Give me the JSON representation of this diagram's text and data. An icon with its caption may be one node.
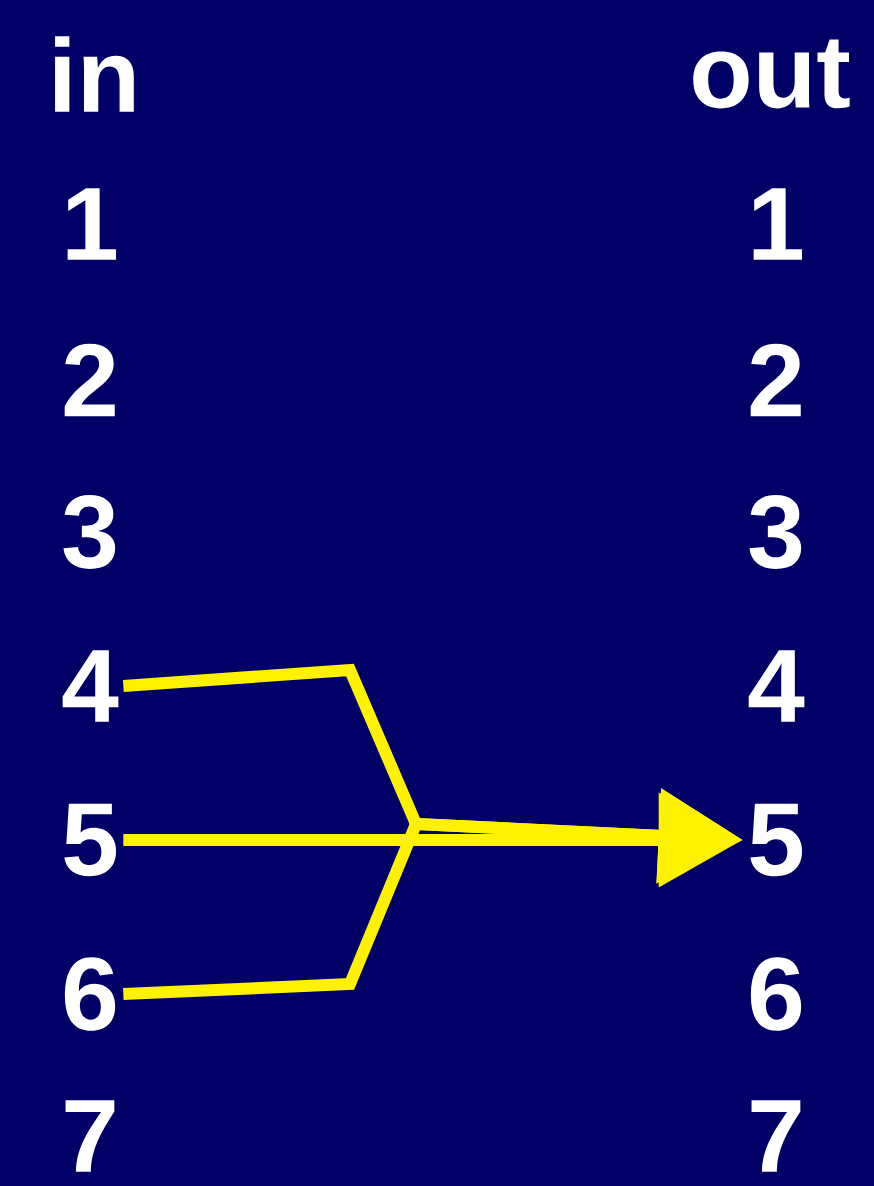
{
  "diagram": {
    "nodes": [
      {
        "text": [
          "1"
        ]
      },
      {
        "text": [
          "2"
        ]
      },
      {
        "text": [
          "3"
        ]
      },
      {
        "text": [
          "4"
        ]
      },
      {
        "text": [
          "5"
        ]
      },
      {
        "text": [
          "6"
        ]
      },
      {
        "text": [
          "7"
        ]
      },
      {
        "text": [
          "1"
        ]
      },
      {
        "text": [
          "2"
        ]
      },
      {
        "text": [
          "3"
        ]
      },
      {
        "text": [
          "4"
        ]
      },
      {
        "text": [
          "5"
        ]
      },
      {
        "text": [
          "6"
        ]
      },
      {
        "text": [
          "7"
        ]
      }
    ],
    "edges": [
      {
        "from": 3,
        "to": 11,
        "arrow": "to"
      },
      {
        "from": 4,
        "to": 11,
        "arrow": "to"
      },
      {
        "from": 5,
        "to": 11,
        "arrow": "to"
      }
    ],
    "labels": [
      "in",
      "out"
    ]
  }
}
